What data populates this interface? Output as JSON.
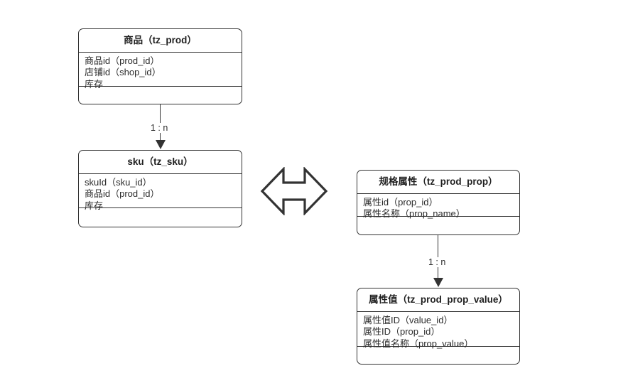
{
  "diagram": {
    "title": "Product SKU and Specification Attribute ER Diagram",
    "background_color": "#ffffff",
    "line_color": "#333333",
    "text_color": "#2b2b2b"
  },
  "entities": [
    {
      "id": "tz_prod",
      "title": "商品（tz_prod）",
      "attributes": [
        "商品id（prod_id）",
        "店铺id（shop_id）",
        "库存"
      ],
      "methods": []
    },
    {
      "id": "tz_sku",
      "title": "sku（tz_sku）",
      "attributes": [
        "skuId（sku_id）",
        "商品id（prod_id）",
        "库存"
      ],
      "methods": []
    },
    {
      "id": "tz_prod_prop",
      "title": "规格属性（tz_prod_prop）",
      "attributes": [
        "属性id（prop_id）",
        "属性名称（prop_name）"
      ],
      "methods": []
    },
    {
      "id": "tz_prod_prop_value",
      "title": "属性值（tz_prod_prop_value）",
      "attributes": [
        "属性值ID（value_id）",
        "属性ID（prop_id）",
        "属性值名称（prop_value）"
      ],
      "methods": []
    }
  ],
  "relations": [
    {
      "id": "prod-to-sku",
      "from": "tz_prod",
      "to": "tz_sku",
      "label": "1 : n",
      "arrow": "filled-triangle-down"
    },
    {
      "id": "prop-to-prop-value",
      "from": "tz_prod_prop",
      "to": "tz_prod_prop_value",
      "label": "1 : n",
      "arrow": "filled-triangle-down"
    }
  ],
  "connectors": [
    {
      "id": "sku-to-prop",
      "icon": "double-headed-arrow-icon",
      "direction": "horizontal-both"
    }
  ]
}
